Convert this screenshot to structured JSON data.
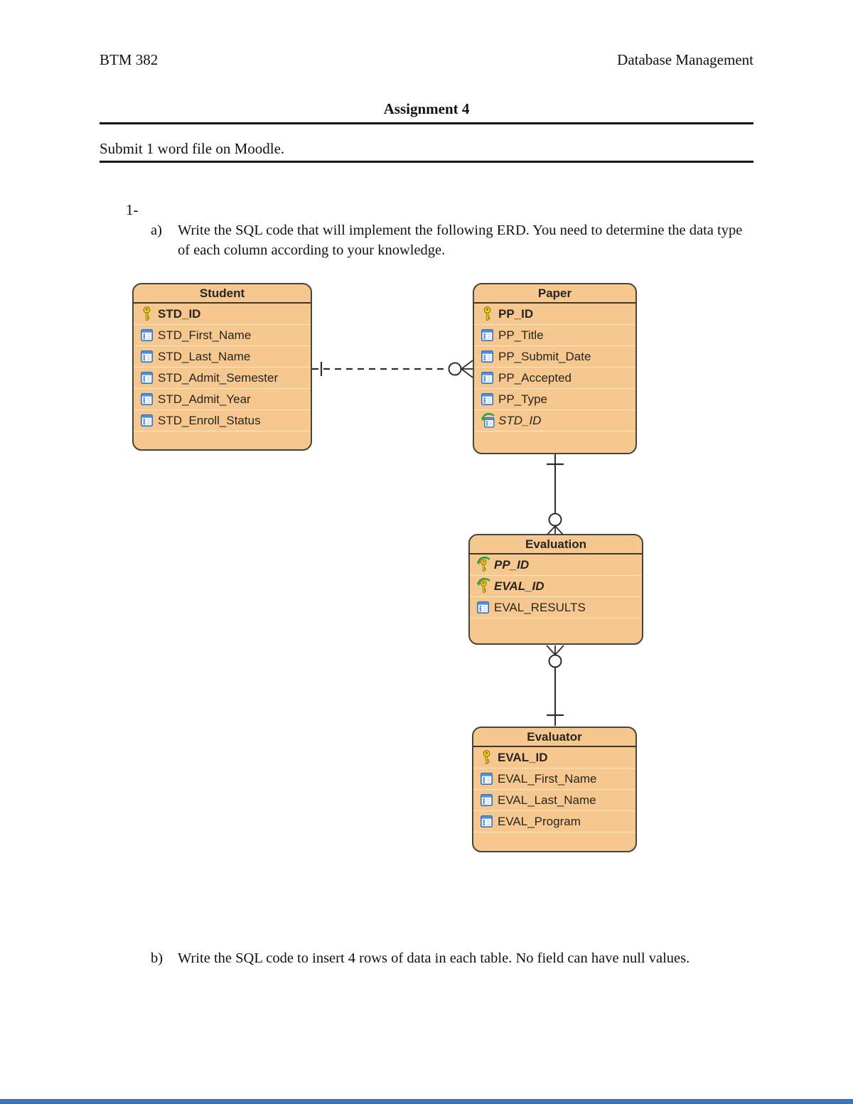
{
  "doc": {
    "header_left": "BTM 382",
    "header_right": "Database Management",
    "title": "Assignment 4",
    "subtitle": "Submit 1 word file on Moodle.",
    "q1_number": "1-",
    "item_a": {
      "label": "a)",
      "text": "Write the SQL code that will implement the following ERD. You need to determine the data type of each column according to your knowledge."
    },
    "item_b": {
      "label": "b)",
      "text": "Write the SQL code to insert 4 rows of data in each table. No field can have null values."
    }
  },
  "erd": {
    "entities": [
      {
        "name": "Student",
        "columns": [
          {
            "label": "STD_ID",
            "icon": "key-icon",
            "style": "pk"
          },
          {
            "label": "STD_First_Name",
            "icon": "column-icon",
            "style": "plain"
          },
          {
            "label": "STD_Last_Name",
            "icon": "column-icon",
            "style": "plain"
          },
          {
            "label": "STD_Admit_Semester",
            "icon": "column-icon",
            "style": "plain"
          },
          {
            "label": "STD_Admit_Year",
            "icon": "column-icon",
            "style": "plain"
          },
          {
            "label": "STD_Enroll_Status",
            "icon": "column-icon",
            "style": "plain"
          }
        ]
      },
      {
        "name": "Paper",
        "columns": [
          {
            "label": "PP_ID",
            "icon": "key-icon",
            "style": "pk"
          },
          {
            "label": "PP_Title",
            "icon": "column-icon",
            "style": "plain"
          },
          {
            "label": "PP_Submit_Date",
            "icon": "column-icon",
            "style": "plain"
          },
          {
            "label": "PP_Accepted",
            "icon": "column-icon",
            "style": "plain"
          },
          {
            "label": "PP_Type",
            "icon": "column-icon",
            "style": "plain"
          },
          {
            "label": "STD_ID",
            "icon": "fk-column-icon",
            "style": "fk"
          }
        ]
      },
      {
        "name": "Evaluation",
        "columns": [
          {
            "label": "PP_ID",
            "icon": "pk-fk-key-icon",
            "style": "pkfk"
          },
          {
            "label": "EVAL_ID",
            "icon": "pk-fk-key-icon",
            "style": "pkfk"
          },
          {
            "label": "EVAL_RESULTS",
            "icon": "column-icon",
            "style": "plain"
          }
        ]
      },
      {
        "name": "Evaluator",
        "columns": [
          {
            "label": "EVAL_ID",
            "icon": "key-icon",
            "style": "pk"
          },
          {
            "label": "EVAL_First_Name",
            "icon": "column-icon",
            "style": "plain"
          },
          {
            "label": "EVAL_Last_Name",
            "icon": "column-icon",
            "style": "plain"
          },
          {
            "label": "EVAL_Program",
            "icon": "column-icon",
            "style": "plain"
          }
        ]
      }
    ],
    "relationships": [
      {
        "from": "Student",
        "to": "Paper",
        "line": "dashed",
        "from_cardinality": "one",
        "to_cardinality": "zero-or-many"
      },
      {
        "from": "Paper",
        "to": "Evaluation",
        "line": "solid",
        "from_cardinality": "one",
        "to_cardinality": "zero-or-many"
      },
      {
        "from": "Evaluation",
        "to": "Evaluator",
        "line": "solid",
        "from_cardinality": "zero-or-many",
        "to_cardinality": "one"
      }
    ]
  },
  "colors": {
    "entity_fill": "#F6C890",
    "entity_border": "#45453C",
    "row_separator": "#FBE7BF",
    "connector": "#2E2E2E",
    "bottom_bar": "#3C74B9",
    "key_icon_yellow": "#F3D324",
    "fk_arrow_green": "#2E9B3D",
    "column_icon_blue": "#2F6FC1"
  }
}
